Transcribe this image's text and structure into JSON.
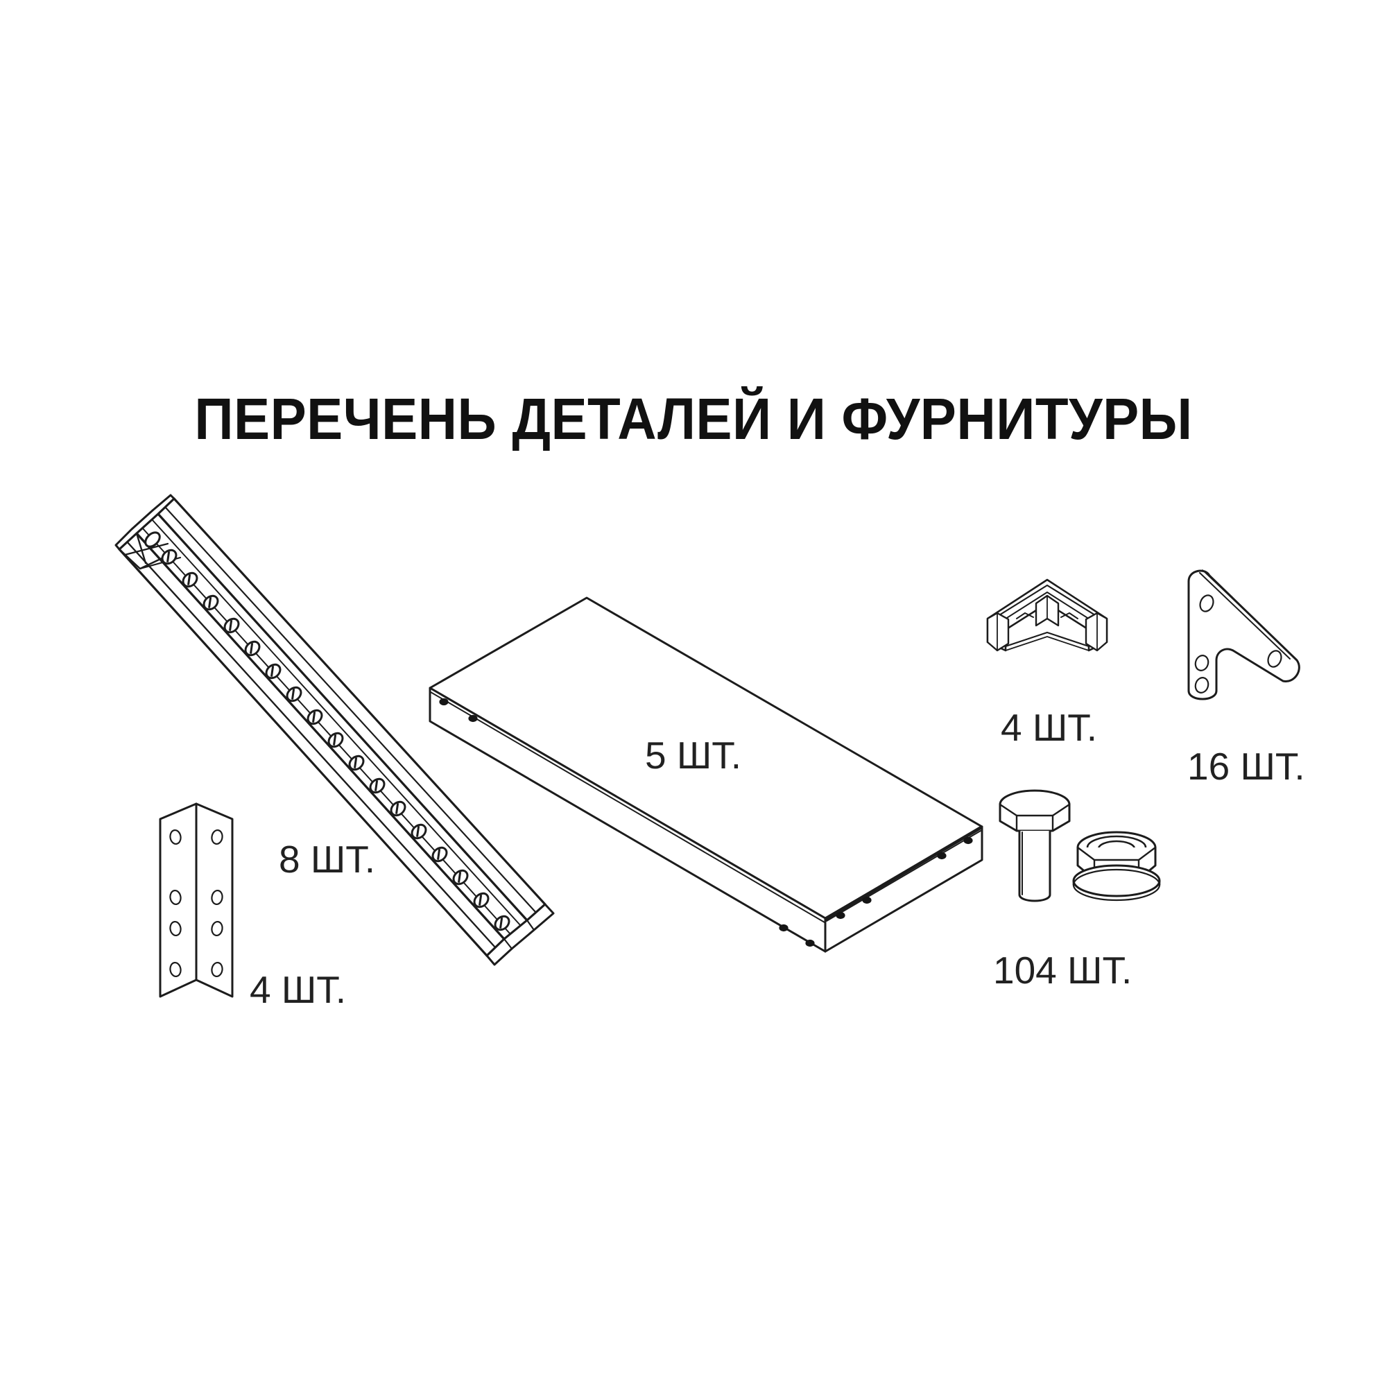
{
  "document": {
    "title": "ПЕРЕЧЕНЬ ДЕТАЛЕЙ И ФУРНИТУРЫ",
    "background_color": "#ffffff",
    "line_color": "#1c1c1c",
    "text_color": "#212121"
  },
  "parts": [
    {
      "id": "corner-angle-connector",
      "icon": "corner-angle-connector-icon",
      "quantity_label": "4 ШТ.",
      "quantity": 4,
      "unit": "ШТ.",
      "holes": 8
    },
    {
      "id": "perforated-upright-post",
      "icon": "perforated-upright-post-icon",
      "quantity_label": "8 ШТ.",
      "quantity": 8,
      "unit": "ШТ.",
      "holes": 18
    },
    {
      "id": "shelf-panel",
      "icon": "shelf-panel-icon",
      "quantity_label": "5 ШТ.",
      "quantity": 5,
      "unit": "ШТ."
    },
    {
      "id": "plastic-corner-cap",
      "icon": "plastic-corner-cap-icon",
      "quantity_label": "4 ШТ.",
      "quantity": 4,
      "unit": "ШТ."
    },
    {
      "id": "l-gusset-bracket",
      "icon": "l-gusset-bracket-icon",
      "quantity_label": "16 ШТ.",
      "quantity": 16,
      "unit": "ШТ.",
      "holes": 4
    },
    {
      "id": "bolt-and-nut",
      "icon": "bolt-and-flange-nut-icon",
      "quantity_label": "104 ШТ.",
      "quantity": 104,
      "unit": "ШТ."
    }
  ]
}
